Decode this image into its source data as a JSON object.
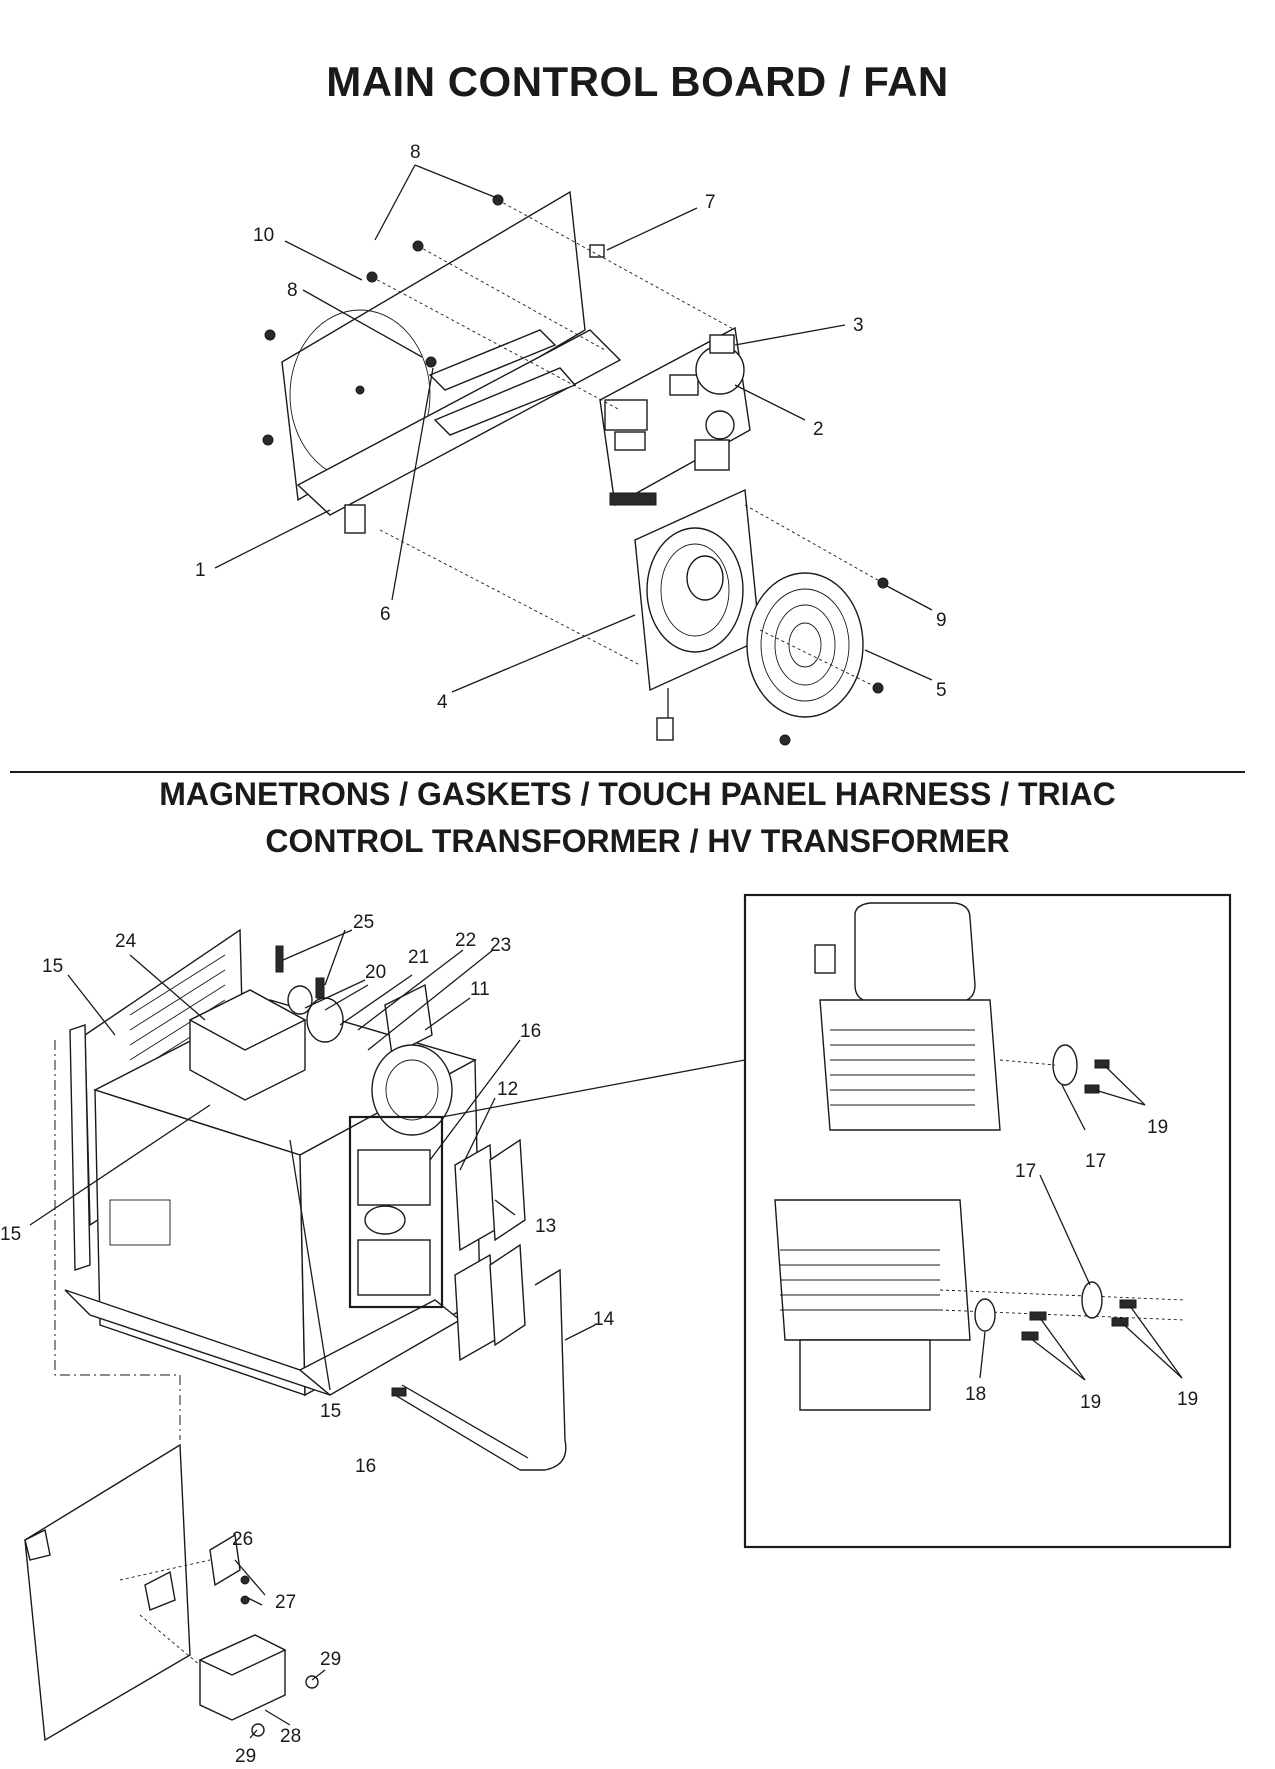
{
  "sections": {
    "top_title": "MAIN CONTROL BOARD / FAN",
    "bottom_title_line1": "MAGNETRONS / GASKETS / TOUCH PANEL HARNESS / TRIAC",
    "bottom_title_line2": "CONTROL TRANSFORMER / HV TRANSFORMER"
  },
  "callouts_top": [
    "8",
    "7",
    "10",
    "8",
    "3",
    "2",
    "1",
    "6",
    "9",
    "4",
    "5"
  ],
  "callouts_bottom": [
    "25",
    "24",
    "22",
    "23",
    "21",
    "20",
    "15",
    "11",
    "16",
    "12",
    "13",
    "15",
    "14",
    "15",
    "16",
    "26",
    "27",
    "29",
    "28",
    "29"
  ],
  "callouts_inset": [
    "19",
    "17",
    "17",
    "18",
    "19",
    "19"
  ]
}
